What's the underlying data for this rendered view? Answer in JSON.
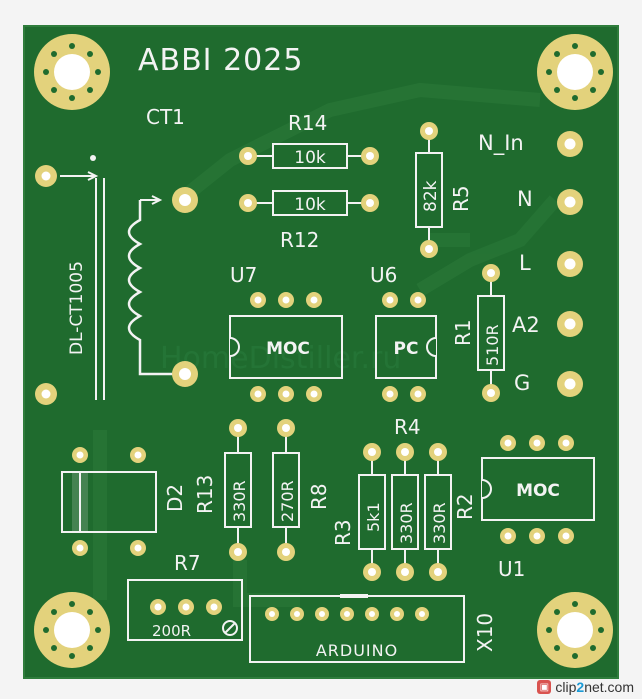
{
  "board": {
    "title": "ABBI 2025",
    "watermark_overlay": "HomeDistiller.ru",
    "colors": {
      "pcb": "#1f6b2e",
      "pcb_edge": "#2f7d3c",
      "silk": "#f3f3f3",
      "pad_copper": "#e3d27c",
      "pad_hole": "#ffffff",
      "trace_hint": "#2b7a3a"
    }
  },
  "components": {
    "ct1": {
      "ref": "CT1",
      "part": "DL-CT1005"
    },
    "r14": {
      "ref": "R14",
      "value": "10k"
    },
    "r12": {
      "ref": "R12",
      "value": "10k"
    },
    "r5": {
      "ref": "R5",
      "value": "82k"
    },
    "r1": {
      "ref": "R1",
      "value": "510R"
    },
    "u7": {
      "ref": "U7",
      "label": "MOC"
    },
    "u6": {
      "ref": "U6",
      "label": "PC"
    },
    "u1": {
      "ref": "U1",
      "label": "MOC"
    },
    "r13": {
      "ref": "R13",
      "value": "330R"
    },
    "r8": {
      "ref": "R8",
      "value": "270R"
    },
    "r4": {
      "ref": "R4"
    },
    "r3": {
      "ref": "R3",
      "value": "5k1"
    },
    "r4v": {
      "value": "330R"
    },
    "r2": {
      "ref": "R2",
      "value": "330R"
    },
    "d2": {
      "ref": "D2"
    },
    "r7": {
      "ref": "R7",
      "value": "200R"
    },
    "x10": {
      "ref": "X10",
      "label": "ARDUINO"
    }
  },
  "connectors": {
    "n_in": "N_In",
    "n": "N",
    "l": "L",
    "a2": "A2",
    "g": "G"
  },
  "site_watermark": {
    "brand_a": "clip",
    "brand_b": "2",
    "brand_c": "net",
    "tld": ".com"
  }
}
